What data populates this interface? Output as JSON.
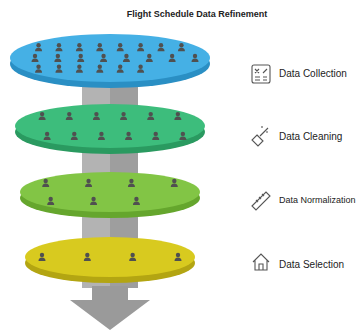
{
  "diagram": {
    "title": "Flight Schedule Data Refinement",
    "labels": [
      "Data Collection",
      "Data Cleaning",
      "Data Normalization",
      "Data Selection"
    ]
  }
}
